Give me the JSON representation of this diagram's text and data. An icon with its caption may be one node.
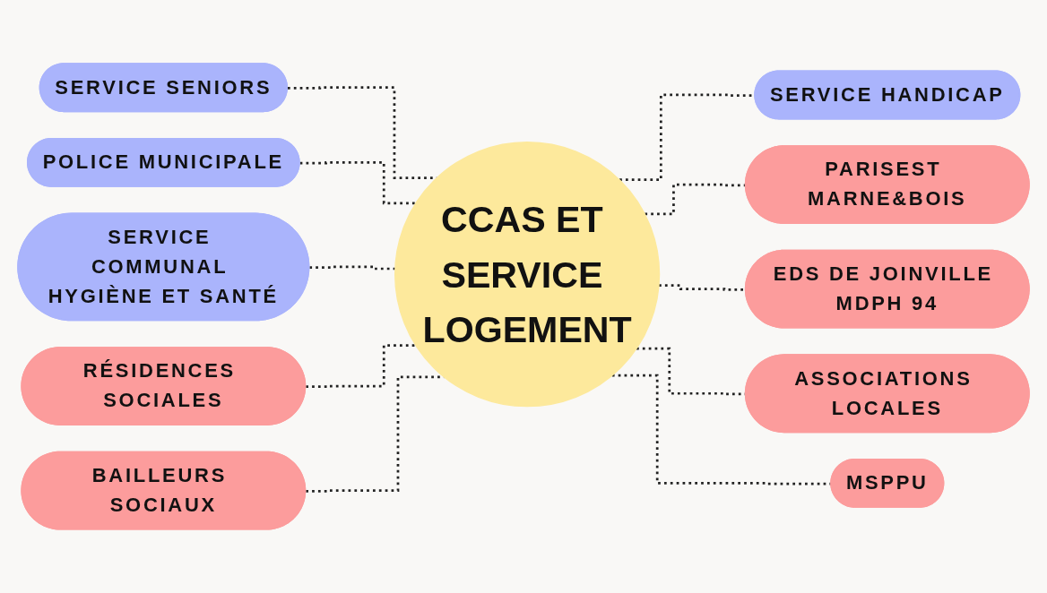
{
  "diagram": {
    "nodes": [
      {
        "text": [
          "SERVICE SENIORS"
        ]
      },
      {
        "text": [
          "SERVICE HANDICAP"
        ]
      },
      {
        "text": [
          "POLICE MUNICIPALE"
        ]
      },
      {
        "text": [
          "PARISEST MARNE&BOIS"
        ]
      },
      {
        "text": [
          "SERVICE COMMUNAL HYGIÈNE ET SANTÉ"
        ]
      },
      {
        "text": [
          "CCAS ET SERVICE LOGEMENT"
        ]
      },
      {
        "text": [
          "EDS DE JOINVILLE MDPH 94"
        ]
      },
      {
        "text": [
          "RÉSIDENCES SOCIALES"
        ]
      },
      {
        "text": [
          "ASSOCIATIONS LOCALES"
        ]
      },
      {
        "text": [
          "BAILLEURS SOCIAUX"
        ]
      },
      {
        "text": [
          "MSPPU"
        ]
      }
    ],
    "edges": [
      {
        "from": 0,
        "to": 5,
        "arrow": "none",
        "style": "dashed"
      },
      {
        "from": 5,
        "to": 1,
        "arrow": "none",
        "style": "dashed"
      },
      {
        "from": 2,
        "to": 5,
        "arrow": "none",
        "style": "dashed"
      },
      {
        "from": 5,
        "to": 3,
        "arrow": "none",
        "style": "dashed"
      },
      {
        "from": 4,
        "to": 5,
        "arrow": "none",
        "style": "dashed"
      },
      {
        "from": 5,
        "to": 6,
        "arrow": "none",
        "style": "dashed"
      },
      {
        "from": 7,
        "to": 5,
        "arrow": "none",
        "style": "dashed"
      },
      {
        "from": 5,
        "to": 8,
        "arrow": "none",
        "style": "dashed"
      },
      {
        "from": 9,
        "to": 5,
        "arrow": "none",
        "style": "dashed"
      },
      {
        "from": 5,
        "to": 10,
        "arrow": "none",
        "style": "dashed"
      }
    ]
  }
}
